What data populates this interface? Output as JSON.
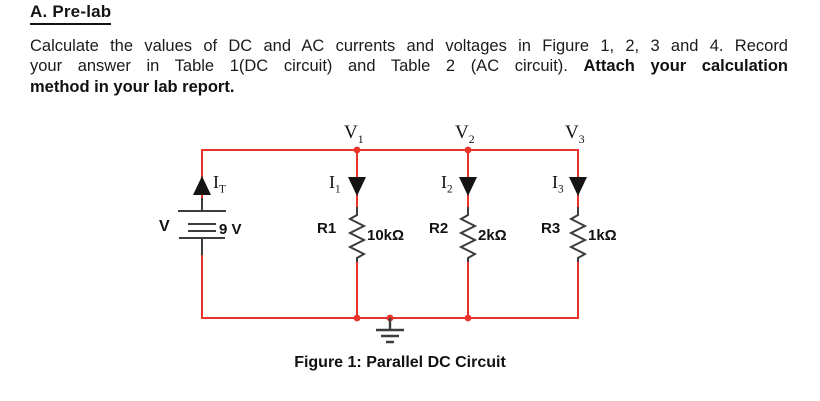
{
  "page": {
    "heading": "A. Pre-lab",
    "paragraph": {
      "line1": "Calculate the values of DC and AC currents and voltages in Figure 1, 2, 3 and 4. Record",
      "line2_regular": "your answer in Table 1(DC circuit) and Table 2 (AC circuit). ",
      "line2_bold": "Attach your calculation",
      "line3_bold": "method in your lab report."
    }
  },
  "circuit": {
    "colors": {
      "wire": "#e8322a",
      "component": "#3d3d3d",
      "arrow": "#141414"
    },
    "source": {
      "name": "V",
      "value": "9 V"
    },
    "node_voltages": [
      {
        "main": "V",
        "sub": "1"
      },
      {
        "main": "V",
        "sub": "2"
      },
      {
        "main": "V",
        "sub": "3"
      }
    ],
    "currents": [
      {
        "main": "I",
        "sub": "T"
      },
      {
        "main": "I",
        "sub": "1"
      },
      {
        "main": "I",
        "sub": "2"
      },
      {
        "main": "I",
        "sub": "3"
      }
    ],
    "resistors": [
      {
        "name": "R1",
        "value": "10kΩ"
      },
      {
        "name": "R2",
        "value": "2kΩ"
      },
      {
        "name": "R3",
        "value": "1kΩ"
      }
    ],
    "caption": "Figure 1: Parallel DC Circuit"
  }
}
